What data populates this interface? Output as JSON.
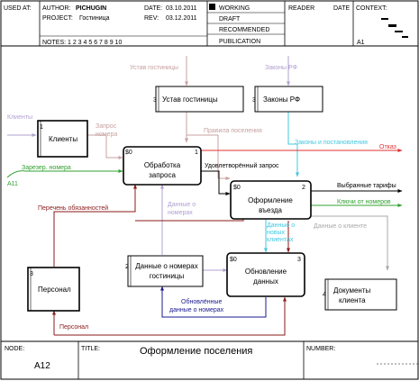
{
  "header": {
    "used_at": "USED AT:",
    "author_label": "AUTHOR:",
    "author": "PICHUGIN",
    "project_label": "PROJECT:",
    "project": "Гостиница",
    "date_label": "DATE:",
    "date": "03.10.2011",
    "rev_label": "REV:",
    "rev": "03.12.2011",
    "notes": "NOTES:  1  2  3  4  5  6  7  8  9  10",
    "working": "WORKING",
    "draft": "DRAFT",
    "recommended": "RECOMMENDED",
    "publication": "PUBLICATION",
    "reader": "READER",
    "reader_date": "DATE",
    "context": "CONTEXT:",
    "context_node": "A1"
  },
  "footer": {
    "node_label": "NODE:",
    "node": "A12",
    "title_label": "TITLE:",
    "title": "Оформление  поселения",
    "number_label": "NUMBER:"
  },
  "colors": {
    "black": "#000000",
    "pink": "#c8a0a0",
    "lavender": "#b0a0d0",
    "cyan": "#40c8e0",
    "red": "#e03030",
    "green": "#30a030",
    "darkred": "#8b1a1a",
    "navy": "#1a1a90",
    "gray": "#a8a8a8"
  },
  "boxes": {
    "ustav": {
      "num": "3",
      "label": "Устав гостиницы"
    },
    "zakony": {
      "num": "3",
      "label": "Законы РФ"
    },
    "klienty": {
      "num": "1",
      "label": "Клиенты"
    },
    "obrabotka": {
      "code": "$0",
      "num": "1",
      "label1": "Обработка",
      "label2": "запроса"
    },
    "oformlenie": {
      "code": "$0",
      "num": "2",
      "label1": "Оформление",
      "label2": "въезда"
    },
    "personal": {
      "num": "3",
      "label": "Персонал"
    },
    "dannye_nomera": {
      "num": "2",
      "label1": "Данные о номерах",
      "label2": "гостиницы"
    },
    "obnovlenie": {
      "code": "$0",
      "num": "3",
      "label1": "Обновление",
      "label2": "данных"
    },
    "dokumenty": {
      "num": "4",
      "label1": "Документы",
      "label2": "клиента"
    }
  },
  "arrows": {
    "ustav_top": "Устав гостиницы",
    "zakony_top": "Законы РФ",
    "klienty_left": "Клиенты",
    "zapros1": "Запрос",
    "zapros2": "номера",
    "pravila": "Правила поселения",
    "zakony_post": "Законы и постановления",
    "otkaz": "Отказ",
    "zarezer": "Зарезер. номера",
    "a11": "A11",
    "udovl": "Удовлетворённый запрос",
    "vybrannye": "Выбранные тарифы",
    "klyuchi": "Ключи от номеров",
    "perechen": "Перечень обязанностей",
    "dannye_o1": "Данные о",
    "dannye_o2": "номерах",
    "dannye_klient": "Данные о клиенте",
    "novye1": "Данные о",
    "novye2": "новых",
    "novye3": "клиентах",
    "obnovl1": "Обновлённые",
    "obnovl2": "данные о номерах",
    "personal_arrow": "Персонал"
  }
}
